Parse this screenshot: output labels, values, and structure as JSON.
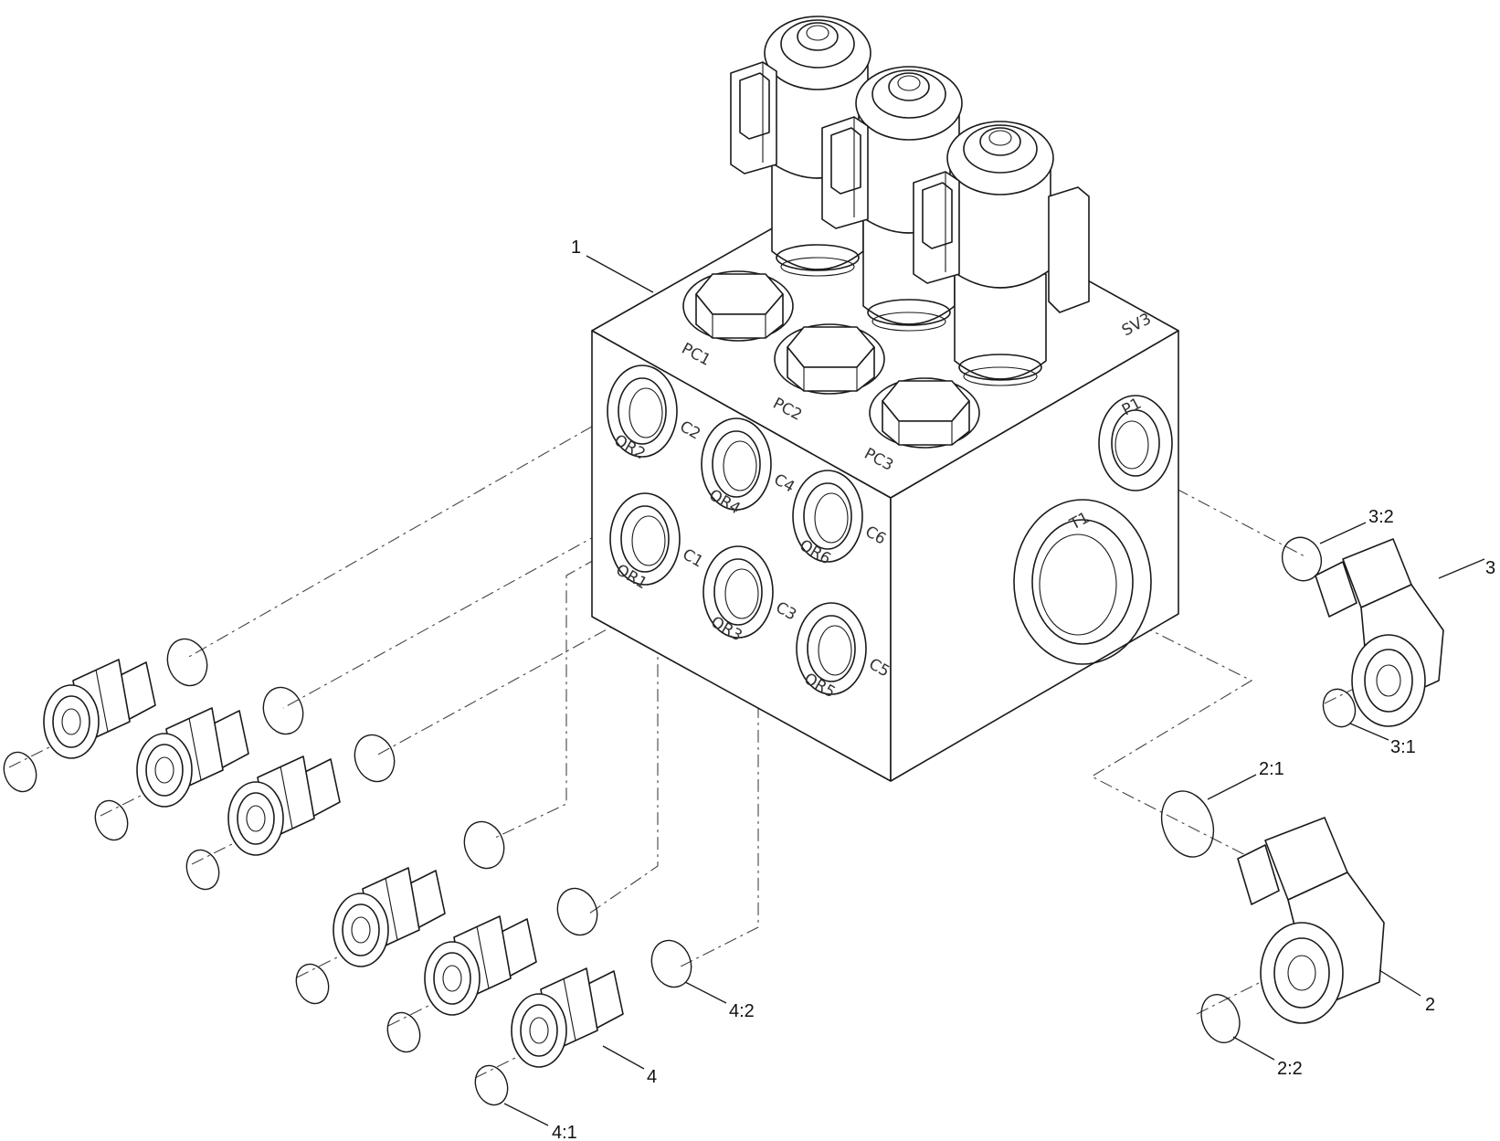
{
  "callouts": {
    "c1": "1",
    "c2": "2",
    "c2_1": "2:1",
    "c2_2": "2:2",
    "c3": "3",
    "c3_1": "3:1",
    "c3_2": "3:2",
    "c4": "4",
    "c4_1": "4:1",
    "c4_2": "4:2"
  },
  "ports": {
    "pc1": "PC1",
    "pc2": "PC2",
    "pc3": "PC3",
    "sv3": "SV3",
    "p1": "P1",
    "t1": "T1",
    "c1": "C1",
    "c2": "C2",
    "c3": "C3",
    "c4": "C4",
    "c5": "C5",
    "c6": "C6",
    "or1": "OR1",
    "or2": "OR2",
    "or3": "OR3",
    "or4": "OR4",
    "or5": "OR5",
    "or6": "OR6"
  },
  "colors": {
    "line": "#1a1a1a",
    "background": "#ffffff"
  }
}
